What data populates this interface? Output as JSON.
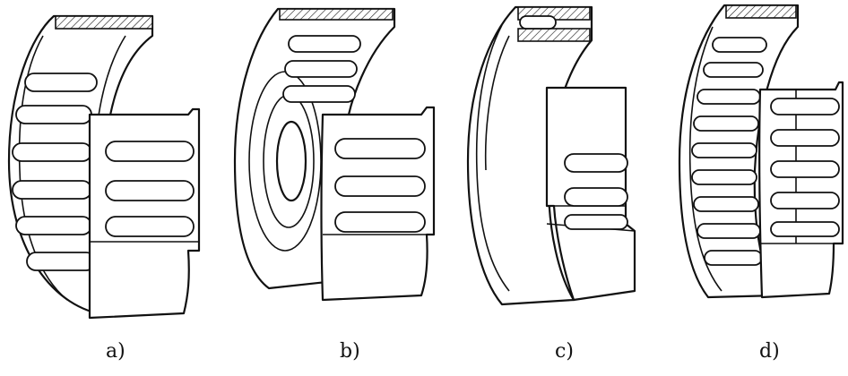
{
  "figure": {
    "panels": [
      {
        "id": "a",
        "label": "a)"
      },
      {
        "id": "b",
        "label": "b)"
      },
      {
        "id": "c",
        "label": "c)"
      },
      {
        "id": "d",
        "label": "d)"
      }
    ]
  }
}
